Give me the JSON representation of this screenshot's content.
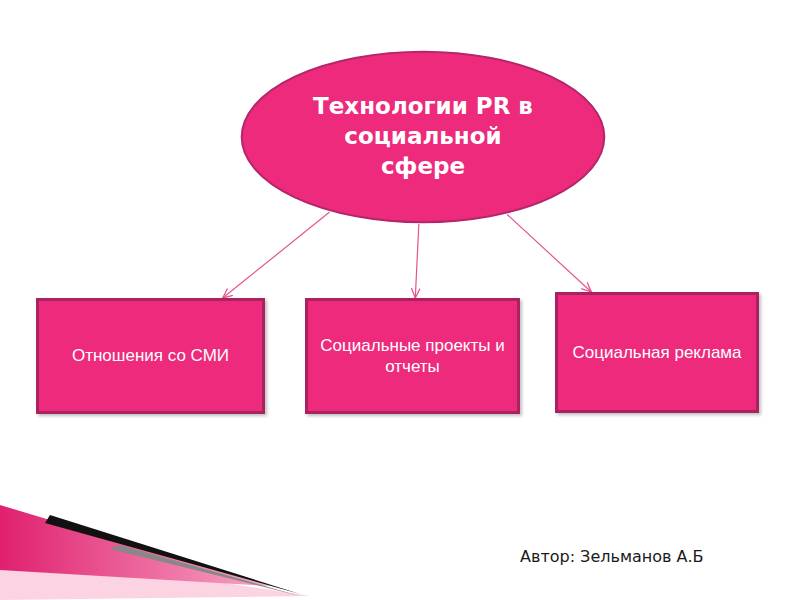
{
  "diagram": {
    "nodes": [
      {
        "text": [
          "Технологии PR в социальной сфере"
        ]
      },
      {
        "text": [
          "Отношения со СМИ"
        ]
      },
      {
        "text": [
          "Социальные проекты и отчеты"
        ]
      },
      {
        "text": [
          "Социальная реклама"
        ]
      }
    ],
    "edges": [
      {
        "from": 0,
        "to": 1,
        "arrow": "to"
      },
      {
        "from": 0,
        "to": 2,
        "arrow": "to"
      },
      {
        "from": 0,
        "to": 3,
        "arrow": "to"
      }
    ],
    "labels": [
      "Автор: Зельманов А.Б"
    ]
  }
}
